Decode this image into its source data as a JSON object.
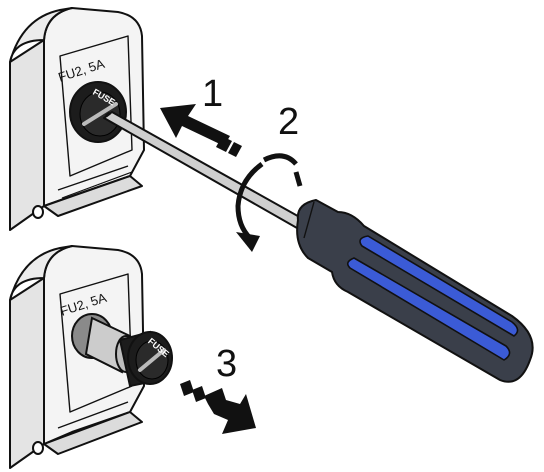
{
  "steps": [
    "1",
    "2",
    "3"
  ],
  "fuse_label": "FU2, 5A",
  "fuse_cap_text": "FUSE",
  "colors": {
    "outline": "#111111",
    "housing": "#f2f2f2",
    "housing_shade": "#dcdcdc",
    "cap": "#1c1c1c",
    "shaft": "#c8c8c8",
    "handle": "#3a3f4a",
    "handle_stripe": "#3b5bd6"
  },
  "icons": [
    "push-arrow-icon",
    "rotate-arrow-icon",
    "pull-arrow-icon"
  ]
}
